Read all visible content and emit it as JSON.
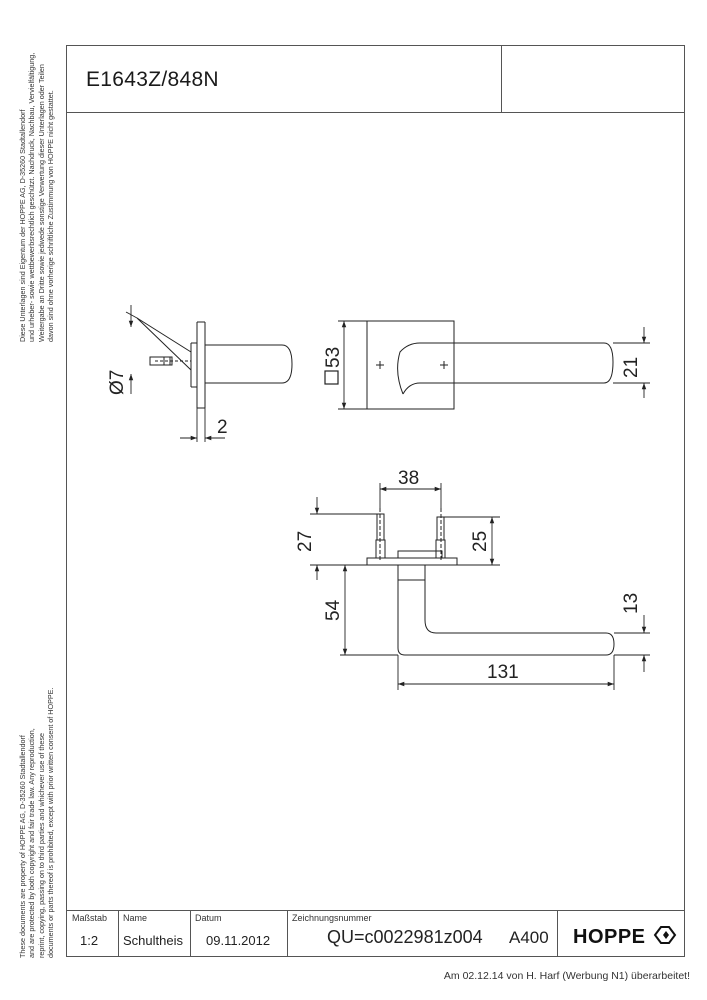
{
  "title": "E1643Z/848N",
  "legal_de": [
    "Diese Unterlagen sind Eigentum der  HOPPE AG, D-35260 Stadtallendorf",
    "und urheber- sowie wettbewerbsrechtlich geschützt. Nachdruck, Nachbau, Vervielfältigung,",
    "Weitergabe an Dritte sowie jedwede sonstige Verwertung dieser Unterlagen oder Teilen",
    "davon sind ohne vorherige schriftliche Zustimmung von HOPPE nicht gestattet."
  ],
  "legal_en": [
    "These documents are property of HOPPE AG, D-35260 Stadtallendorf",
    "and are protected by both copyright and fair trade law. Any reproduction,",
    "reprint, copying, passing on to third parties and whichever use of these",
    "documents or parts thereof is prohibited, except with prior written consent of HOPPE."
  ],
  "dimensions": {
    "rose_diameter": "Ø7",
    "rose_gap": "2",
    "rose_square": "53",
    "handle_width": "21",
    "spindle_spacing": "38",
    "spindle_left": "27",
    "spindle_right": "25",
    "handle_drop": "54",
    "handle_thickness": "13",
    "handle_length": "131"
  },
  "titleblock": {
    "scale_label": "Maßstab",
    "scale_value": "1:2",
    "name_label": "Name",
    "name_value": "Schultheis",
    "date_label": "Datum",
    "date_value": "09.11.2012",
    "drawing_label": "Zeichnungsnummer",
    "drawing_number": "QU=c0022981z004",
    "format": "A400",
    "brand": "HOPPE"
  },
  "footer_note": "Am 02.12.14 von H. Harf (Werbung N1) überarbeitet!"
}
